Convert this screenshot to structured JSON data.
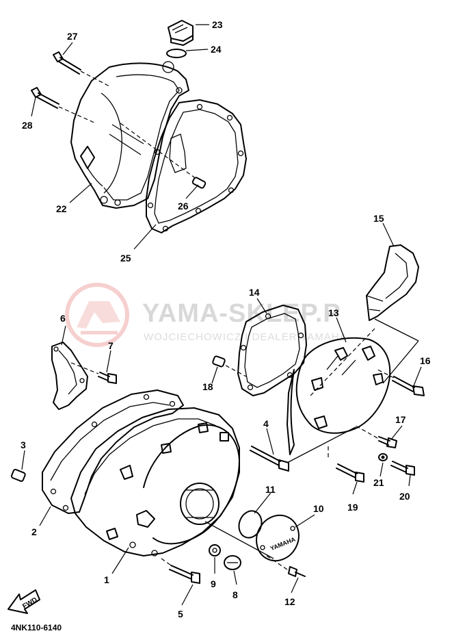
{
  "diagram": {
    "code": "4NK110-6140",
    "fwd_label": "FWD",
    "watermark": {
      "title": "YAMA-SKLEP.P",
      "subtitle": "WOJCIECHOWICZ I DEALER YAMAHA",
      "logo_color": "#f2b8b8"
    },
    "cover_emblem": "YAMAHA",
    "callouts": [
      {
        "id": "c1",
        "label": "1"
      },
      {
        "id": "c2",
        "label": "2"
      },
      {
        "id": "c3",
        "label": "3"
      },
      {
        "id": "c4",
        "label": "4"
      },
      {
        "id": "c5",
        "label": "5"
      },
      {
        "id": "c6",
        "label": "6"
      },
      {
        "id": "c7",
        "label": "7"
      },
      {
        "id": "c8",
        "label": "8"
      },
      {
        "id": "c9",
        "label": "9"
      },
      {
        "id": "c10",
        "label": "10"
      },
      {
        "id": "c11",
        "label": "11"
      },
      {
        "id": "c12",
        "label": "12"
      },
      {
        "id": "c13",
        "label": "13"
      },
      {
        "id": "c14",
        "label": "14"
      },
      {
        "id": "c15",
        "label": "15"
      },
      {
        "id": "c16",
        "label": "16"
      },
      {
        "id": "c17",
        "label": "17"
      },
      {
        "id": "c18",
        "label": "18"
      },
      {
        "id": "c19",
        "label": "19"
      },
      {
        "id": "c20",
        "label": "20"
      },
      {
        "id": "c21",
        "label": "21"
      },
      {
        "id": "c22",
        "label": "22"
      },
      {
        "id": "c23",
        "label": "23"
      },
      {
        "id": "c24",
        "label": "24"
      },
      {
        "id": "c25",
        "label": "25"
      },
      {
        "id": "c26",
        "label": "26"
      },
      {
        "id": "c27",
        "label": "27"
      },
      {
        "id": "c28",
        "label": "28"
      }
    ]
  }
}
